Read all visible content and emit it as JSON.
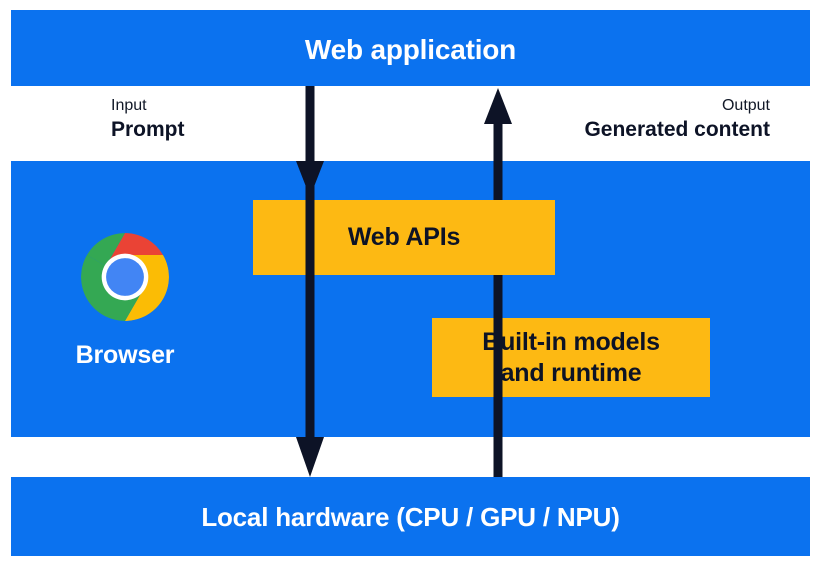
{
  "diagram": {
    "title": "Web application built-in AI architecture",
    "colors": {
      "band_blue": "#0b72ef",
      "box_yellow": "#fdb913",
      "arrow_navy": "#0d1326",
      "text_white": "#ffffff",
      "text_dark": "#111827"
    },
    "bands": [
      {
        "id": "web-application",
        "label": "Web application"
      },
      {
        "id": "browser",
        "label": ""
      },
      {
        "id": "local-hardware",
        "label": "Local hardware (CPU / GPU / NPU)"
      }
    ],
    "io": {
      "input": {
        "kicker": "Input",
        "value": "Prompt"
      },
      "output": {
        "kicker": "Output",
        "value": "Generated content"
      }
    },
    "boxes": [
      {
        "id": "web-apis",
        "label": "Web APIs"
      },
      {
        "id": "builtin-models",
        "label": "Built-in models\nand runtime"
      }
    ],
    "browser": {
      "label": "Browser",
      "logo_name": "chrome-logo",
      "logo_colors": {
        "red": "#ea4335",
        "yellow": "#fbbc05",
        "green": "#34a853",
        "blue": "#4285f4",
        "ring": "#ffffff"
      }
    },
    "arrows": [
      {
        "id": "input-down-arrow",
        "direction": "down"
      },
      {
        "id": "output-up-arrow",
        "direction": "up"
      }
    ]
  }
}
